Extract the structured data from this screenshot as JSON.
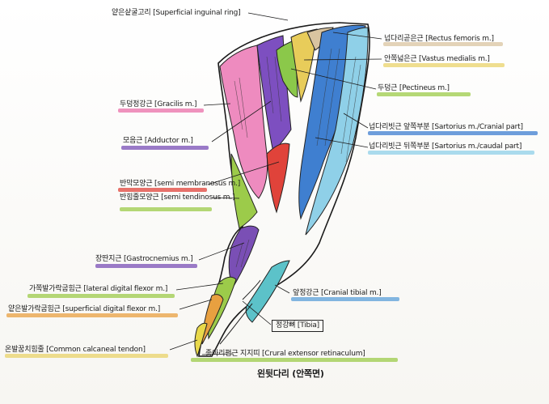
{
  "labels": {
    "superficial_inguinal_ring": "얕은샅굴고리 [Superficial inguinal ring]",
    "rectus_femoris": "넙다리곧은근 [Rectus femoris m.]",
    "vastus_medialis": "안쪽넓은근 [Vastus medialis m.]",
    "pectineus": "두덩근 [Pectineus m.]",
    "gracilis": "두덩정강근 [Gracilis m.]",
    "adductor": "모음근 [Adductor m.]",
    "sartorius_cranial": "넙다리빗근 앞쪽부분 [Sartorius m./Cranial part]",
    "sartorius_caudal": "넙다리빗근 뒤쪽부분 [Sartorius m./caudal part]",
    "semimembranosus": "반막모양근 [semi membranosus m.]",
    "semitendinosus": "반힘줄모양근 [semi tendinosus m.]",
    "gastrocnemius": "장딴지근 [Gastrocnemius m.]",
    "lateral_digital_flexor": "가쪽발가락굽힘근 [lateral digital flexor m.]",
    "superficial_digital_flexor": "얕은발가락굽힘근 [superficial digital flexor m.]",
    "cranial_tibial": "앞정강근 [Cranial tibial m.]",
    "tibia": "정강뼈 [Tibia]",
    "common_calcaneal_tendon": "온발꿈치힘줄 [Common calcaneal tendon]",
    "crural_extensor_retinaculum": "종아리폄근 지지띠 [Crural extensor retinaculum]",
    "title": "왼뒷다리 (안쪽면)"
  },
  "highlight_colors": {
    "yellow": "#e9d36a",
    "pink": "#e96fa8",
    "purple": "#7a4fb5",
    "green": "#9ccb4a",
    "red": "#e0433a",
    "blue": "#5a9fd8",
    "lightblue": "#8fd0e8",
    "orange": "#e8a040",
    "teal": "#5cc2c9"
  }
}
